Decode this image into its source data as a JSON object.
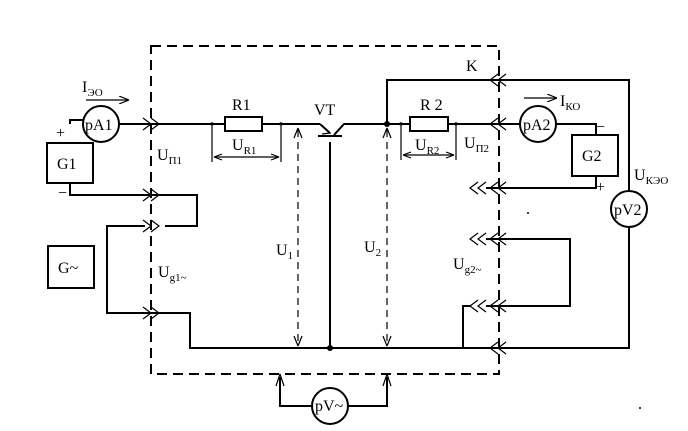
{
  "labels": {
    "i_e0": {
      "main": "I",
      "sub": "ЭО"
    },
    "i_k0": {
      "main": "I",
      "sub": "КО"
    },
    "pa1": "pA1",
    "pa2": "pA2",
    "g1": "G1",
    "g2": "G2",
    "g_ac": "G~",
    "r1": "R1",
    "r2": "R 2",
    "vt": "VT",
    "k": "K",
    "u_p1": {
      "main": "U",
      "sub": "П1"
    },
    "u_p2": {
      "main": "U",
      "sub": "П2"
    },
    "u_r1": {
      "main": "U",
      "sub": "R1"
    },
    "u_r2": {
      "main": "U",
      "sub": "R2"
    },
    "u1": {
      "main": "U",
      "sub": "1"
    },
    "u2": {
      "main": "U",
      "sub": "2"
    },
    "u_g1": {
      "main": "U",
      "sub": "g1~"
    },
    "u_g2": {
      "main": "U",
      "sub": "g2~"
    },
    "u_ke0": {
      "main": "U",
      "sub": "КЭО"
    },
    "pv2": "pV2",
    "pv_ac": "pV~",
    "plus": "+",
    "minus": "−"
  }
}
